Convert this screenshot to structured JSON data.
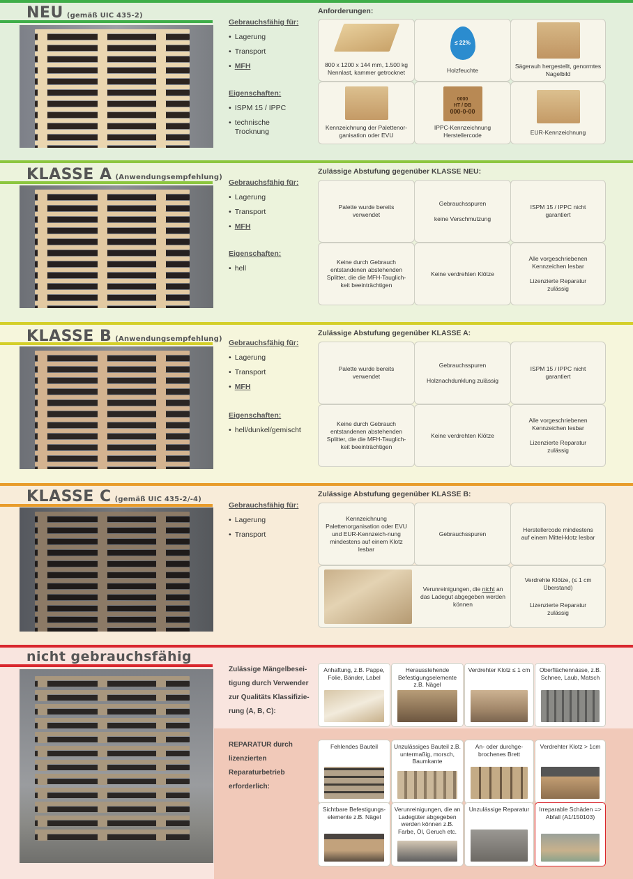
{
  "neu": {
    "title": "NEU",
    "subtitle": "(gemäß UIC 435-2)",
    "colors": {
      "line": "#3fae49",
      "bg": "#e3efdc"
    },
    "use_title": "Gebrauchsfähig für:",
    "use": [
      "Lagerung",
      "Transport",
      "MFH"
    ],
    "props_title": "Eigenschaften:",
    "props": [
      "ISPM 15 / IPPC",
      "technische Trocknung"
    ],
    "req_title": "Anforderungen:",
    "cells": [
      {
        "text": "800 x 1200 x 144 mm, 1.500 kg Nennlast, kammer getrocknet",
        "icon": "pallet-image"
      },
      {
        "text": "Holzfeuchte",
        "badge": "≤ 22%",
        "icon": "water-drop-icon"
      },
      {
        "text": "Sägerauh hergestellt, genormtes Nagelbild",
        "icon": "pallet-block-image"
      },
      {
        "text": "Kennzeichnung der Palettenor-ganisation oder EVU",
        "icon": "epal-mark-image"
      },
      {
        "text": "IPPC-Kennzeichnung Herstellercode",
        "code1": "0000",
        "code2": "HT / DB",
        "code3": "000-0-00",
        "icon": "ippc-mark-image"
      },
      {
        "text": "EUR-Kennzeichnung",
        "icon": "eur-mark-image"
      }
    ]
  },
  "a": {
    "title": "KLASSE A",
    "subtitle": "(Anwendungsempfehlung)",
    "colors": {
      "line": "#8cc63f",
      "bg": "#ecf3dc"
    },
    "use_title": "Gebrauchsfähig für:",
    "use": [
      "Lagerung",
      "Transport",
      "MFH"
    ],
    "props_title": "Eigenschaften:",
    "props": [
      "hell"
    ],
    "req_title": "Zulässige Abstufung gegenüber KLASSE NEU:",
    "cells": [
      {
        "text": "Palette wurde bereits verwendet"
      },
      {
        "text": "Gebrauchsspuren",
        "text2": "keine Verschmutzung"
      },
      {
        "text": "ISPM 15 / IPPC nicht garantiert"
      },
      {
        "text": "Keine durch Gebrauch entstandenen abstehenden Splitter, die die MFH-Tauglich-keit beeinträchtigen"
      },
      {
        "text": "Keine verdrehten Klötze"
      },
      {
        "text": "Alle vorgeschriebenen Kennzeichen lesbar",
        "text2": "Lizenzierte Reparatur zulässig"
      }
    ]
  },
  "b": {
    "title": "KLASSE B",
    "subtitle": "(Anwendungsempfehlung)",
    "colors": {
      "line": "#d4cf2a",
      "bg": "#f6f6dc"
    },
    "use_title": "Gebrauchsfähig für:",
    "use": [
      "Lagerung",
      "Transport",
      "MFH"
    ],
    "props_title": "Eigenschaften:",
    "props": [
      "hell/dunkel/gemischt"
    ],
    "req_title": "Zulässige Abstufung gegenüber KLASSE A:",
    "cells": [
      {
        "text": "Palette wurde bereits verwendet"
      },
      {
        "text": "Gebrauchsspuren",
        "text2": "Holznachdunklung zulässig"
      },
      {
        "text": "ISPM 15 / IPPC nicht garantiert"
      },
      {
        "text": "Keine durch Gebrauch entstandenen abstehenden Splitter, die die MFH-Tauglich-keit beeinträchtigen"
      },
      {
        "text": "Keine verdrehten Klötze"
      },
      {
        "text": "Alle vorgeschriebenen Kennzeichen lesbar",
        "text2": "Lizenzierte Reparatur zulässig"
      }
    ]
  },
  "c": {
    "title": "KLASSE C",
    "subtitle": "(gemäß UIC 435-2/-4)",
    "colors": {
      "line": "#e89c2b",
      "bg": "#f8ecd9"
    },
    "use_title": "Gebrauchsfähig für:",
    "use": [
      "Lagerung",
      "Transport"
    ],
    "req_title": "Zulässige Abstufung gegenüber KLASSE B:",
    "cells": [
      {
        "text": "Kennzeichnung Palettenorganisation oder EVU und EUR-Kennzeich-nung mindestens auf einem Klotz lesbar"
      },
      {
        "text": "Gebrauchsspuren"
      },
      {
        "text": "Herstellercode mindestens auf einem Mittel-klotz lesbar"
      },
      {
        "text": "Verunreinigungen, die nicht an das Ladegut abgegeben werden können",
        "underline": "nicht",
        "icon": "dirty-pallet-image"
      },
      {
        "text": "Verdrehte Klötze, (≤ 1 cm Überstand)",
        "text2": "Lizenzierte Reparatur zulässig"
      }
    ]
  },
  "ng": {
    "title": "nicht gebrauchsfähig",
    "colors": {
      "line": "#d9272e",
      "bg": "#f9e5df",
      "bg2": "#f1c9b9",
      "alert": "#d9272e"
    },
    "mangel_text": [
      "Zulässige Mängelbesei-",
      "tigung durch Verwender",
      "zur Qualitäts Klassifizie-",
      "rung (A, B, C):"
    ],
    "reparatur_text": [
      "REPARATUR durch",
      "lizenzierten",
      "Reparaturbetrieb",
      "erforderlich:"
    ],
    "row1": [
      "Anhaftung, z.B. Pappe, Folie, Bänder, Label",
      "Herausstehende Befestigungselemente z.B. Nägel",
      "Verdrehter Klotz ≤ 1 cm",
      "Oberflächennässe, z.B. Schnee, Laub, Matsch"
    ],
    "row2": [
      "Fehlendes Bauteil",
      "Unzulässiges Bauteil z.B. untermaßig, morsch, Baumkante",
      "An- oder durchge-brochenes Brett",
      "Verdrehter Klotz > 1cm"
    ],
    "row3": [
      "Sichtbare Befestigungs-elemente z.B. Nägel",
      "Verunreinigungen, die an Ladegüter abgegeben werden können z.B. Farbe, Öl, Geruch etc.",
      "Unzulässige Reparatur",
      "Irreparable Schäden => Abfall (A1/150103)"
    ]
  }
}
